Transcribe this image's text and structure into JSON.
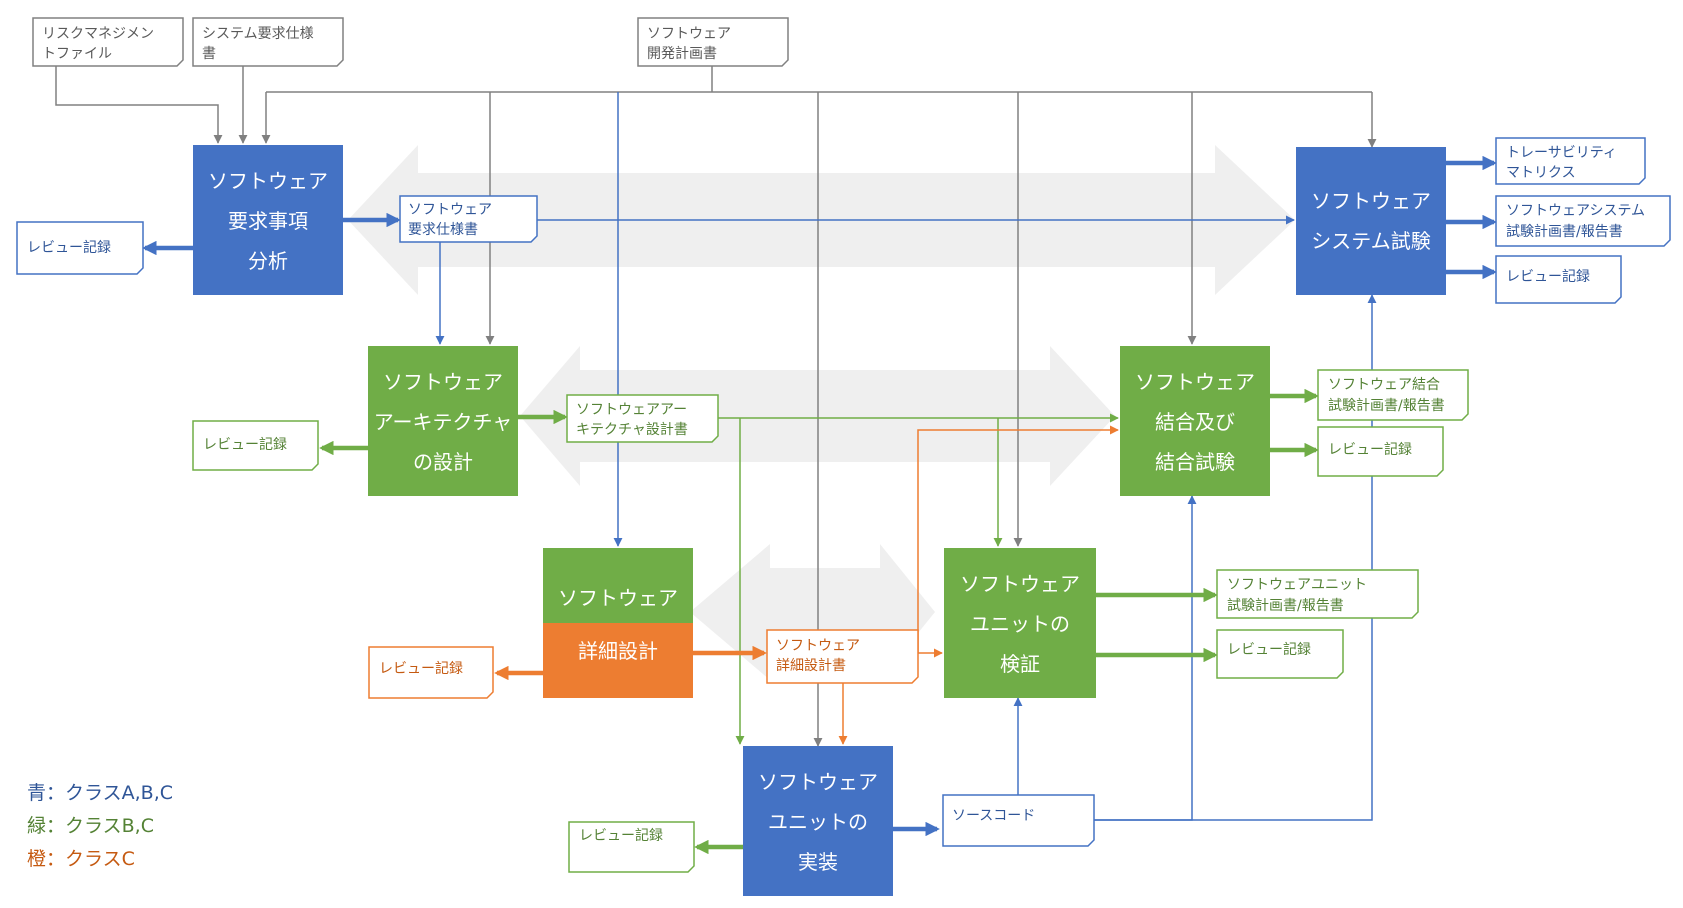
{
  "colors": {
    "blue": "#4472C4",
    "green": "#70AD47",
    "orange": "#ED7D31",
    "gray": "#808080",
    "band": "#efefef"
  },
  "processes": {
    "requirements": [
      "ソフトウェア",
      "要求事項",
      "分析"
    ],
    "architecture": [
      "ソフトウェア",
      "アーキテクチャ",
      "の設計"
    ],
    "detail_top": "ソフトウェア",
    "detail_bottom": "詳細設計",
    "unit_impl": [
      "ソフトウェア",
      "ユニットの",
      "実装"
    ],
    "unit_verify": [
      "ソフトウェア",
      "ユニットの",
      "検証"
    ],
    "integration": [
      "ソフトウェア",
      "結合及び",
      "結合試験"
    ],
    "system_test": [
      "ソフトウェア",
      "システム試験"
    ]
  },
  "documents": {
    "risk_file": [
      "リスクマネジメン",
      "トファイル"
    ],
    "sys_req_spec": [
      "システム要求仕様",
      "書"
    ],
    "dev_plan": [
      "ソフトウェア",
      "開発計画書"
    ],
    "sw_req_spec": [
      "ソフトウェア",
      "要求仕様書"
    ],
    "review_req": [
      "レビュー記録"
    ],
    "arch_doc": [
      "ソフトウェアアー",
      "キテクチャ設計書"
    ],
    "review_arch": [
      "レビュー記録"
    ],
    "detail_doc": [
      "ソフトウェア",
      "詳細設計書"
    ],
    "review_detail": [
      "レビュー記録"
    ],
    "source_code": [
      "ソースコード"
    ],
    "review_impl": [
      "レビュー記録"
    ],
    "unit_plan": [
      "ソフトウェアユニット",
      "試験計画書/報告書"
    ],
    "review_unit": [
      "レビュー記録"
    ],
    "int_plan": [
      "ソフトウェア結合",
      "試験計画書/報告書"
    ],
    "review_int": [
      "レビュー記録"
    ],
    "traceability": [
      "トレーサビリティ",
      "マトリクス"
    ],
    "sys_plan": [
      "ソフトウェアシステム",
      "試験計画書/報告書"
    ],
    "review_sys": [
      "レビュー記録"
    ]
  },
  "legend": [
    "青：クラスA,B,C",
    "緑：クラスB,C",
    "橙：クラスC"
  ]
}
